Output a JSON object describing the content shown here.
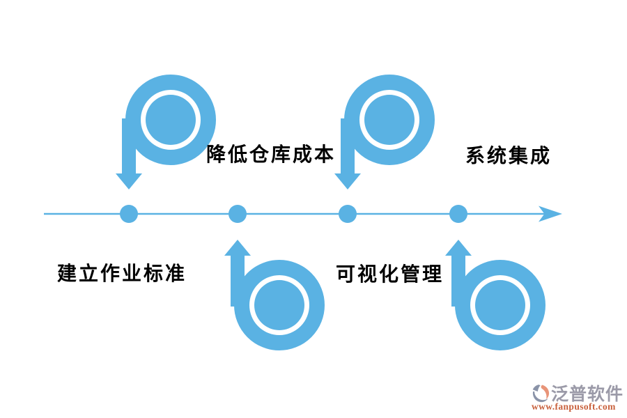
{
  "colors": {
    "accent_blue": "#5AB2E3",
    "label_text": "#000000",
    "watermark_gray": "#9B9AA8",
    "watermark_orange": "#C8603C",
    "logo_gray": "#8A93A8",
    "logo_orange": "#E89478"
  },
  "diagram": {
    "type": "process-timeline",
    "axis": {
      "direction": "left-to-right",
      "marker_count": 4,
      "arrowhead": "stealth-right"
    },
    "steps": [
      {
        "label": "降低仓库成本",
        "row": "above",
        "arrow_direction": "down",
        "arrow_glyph": "p-loop-arrow",
        "marker_index": 1
      },
      {
        "label": "系统集成",
        "row": "above",
        "arrow_direction": "down",
        "arrow_glyph": "p-loop-arrow",
        "marker_index": 3
      },
      {
        "label": "建立作业标准",
        "row": "below",
        "arrow_direction": "up",
        "arrow_glyph": "b-loop-arrow",
        "marker_index": 2
      },
      {
        "label": "可视化管理",
        "row": "below",
        "arrow_direction": "up",
        "arrow_glyph": "b-loop-arrow",
        "marker_index": 4
      }
    ]
  },
  "watermark": {
    "brand": "泛普软件",
    "url": "www.fanpusoft.com",
    "logo_icon": "fanpu-pie-logo"
  }
}
